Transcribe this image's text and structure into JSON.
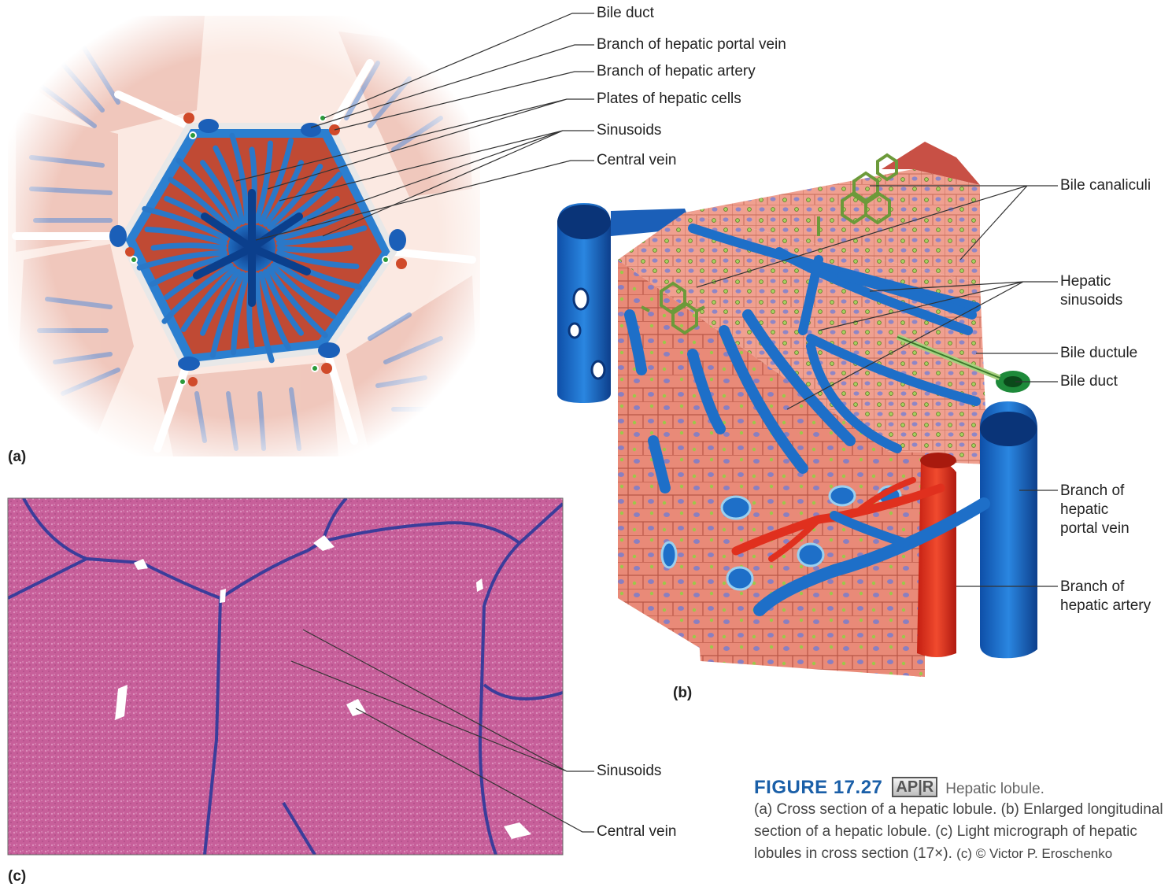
{
  "panel_a": {
    "letter": "(a)",
    "labels": {
      "bile_duct": "Bile duct",
      "portal_vein": "Branch of hepatic portal vein",
      "hepatic_artery": "Branch of hepatic artery",
      "plates": "Plates of hepatic cells",
      "sinusoids": "Sinusoids",
      "central_vein": "Central vein"
    }
  },
  "panel_b": {
    "letter": "(b)",
    "labels": {
      "bile_canaliculi": "Bile canaliculi",
      "hepatic_sinusoids": "Hepatic\nsinusoids",
      "bile_ductule": "Bile ductule",
      "bile_duct": "Bile duct",
      "portal_vein": "Branch of\nhepatic\nportal vein",
      "hepatic_artery": "Branch of\nhepatic artery"
    }
  },
  "panel_c": {
    "letter": "(c)",
    "labels": {
      "sinusoids": "Sinusoids",
      "central_vein": "Central vein"
    }
  },
  "caption": {
    "figure_number": "FIGURE 17.27",
    "badge": "AP|R",
    "title": "Hepatic lobule.",
    "body": "(a) Cross section of a hepatic lobule. (b) Enlarged longitudinal section of a hepatic lobule. (c) Light micrograph of hepatic lobules in cross section (17×).",
    "credit": "(c) © Victor P. Eroschenko"
  },
  "colors": {
    "hepatocyte": "#c4523a",
    "sinusoid_blue": "#2a78c8",
    "dark_vein": "#0b3f8c",
    "artery_red": "#e0301e",
    "bile_green": "#6c9a3a",
    "stain_pink": "#c8609c",
    "connective_purple": "#3b3d9a",
    "caption_blue": "#1a5fa8"
  }
}
